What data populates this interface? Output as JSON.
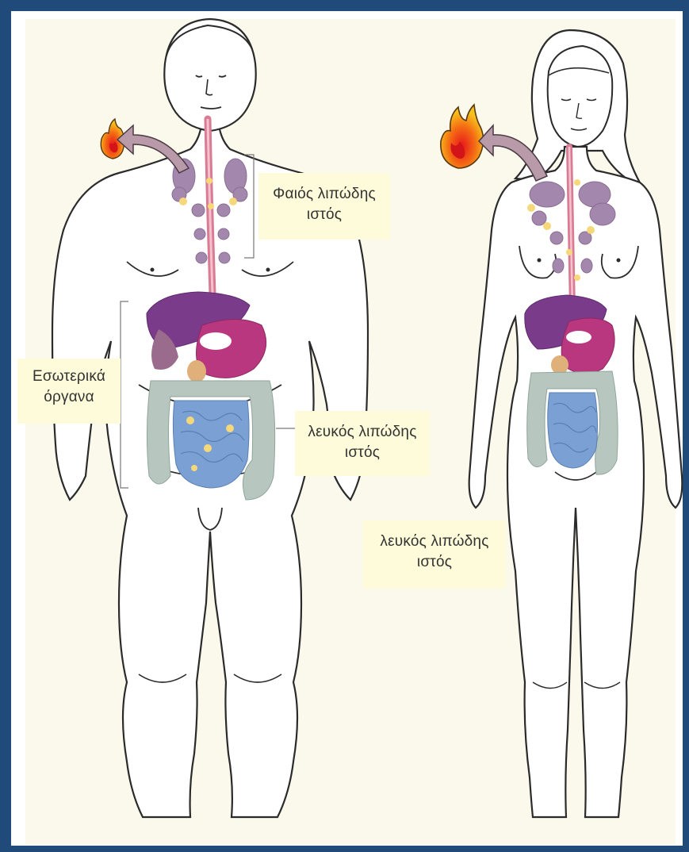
{
  "labels": {
    "brown_fat": {
      "line1": "Φαιός λιπώδης",
      "line2": "ιστός"
    },
    "internal_organs": {
      "line1": "Εσωτερικά",
      "line2": "όργανα"
    },
    "white_fat_male": {
      "line1": "λευκός λιπώδης",
      "line2": "ιστός"
    },
    "white_fat_female": {
      "line1": "λευκός λιπώδης",
      "line2": "ιστός"
    }
  },
  "colors": {
    "background": "#1f4a7a",
    "panel": "#fbf8ec",
    "label_fill": "#fdfbd9",
    "brown_fat": "#a487ad",
    "white_fat": "#f7e9a0",
    "liver": "#7a3b8a",
    "stomach": "#b8377f",
    "intestine": "#7aa0d4",
    "colon": "#b7c7c0",
    "esophagus": "#d97b95",
    "flame": "#f4a21a",
    "arrow": "#b89aa8"
  },
  "icons": [
    "flame-icon",
    "arrow-icon"
  ]
}
